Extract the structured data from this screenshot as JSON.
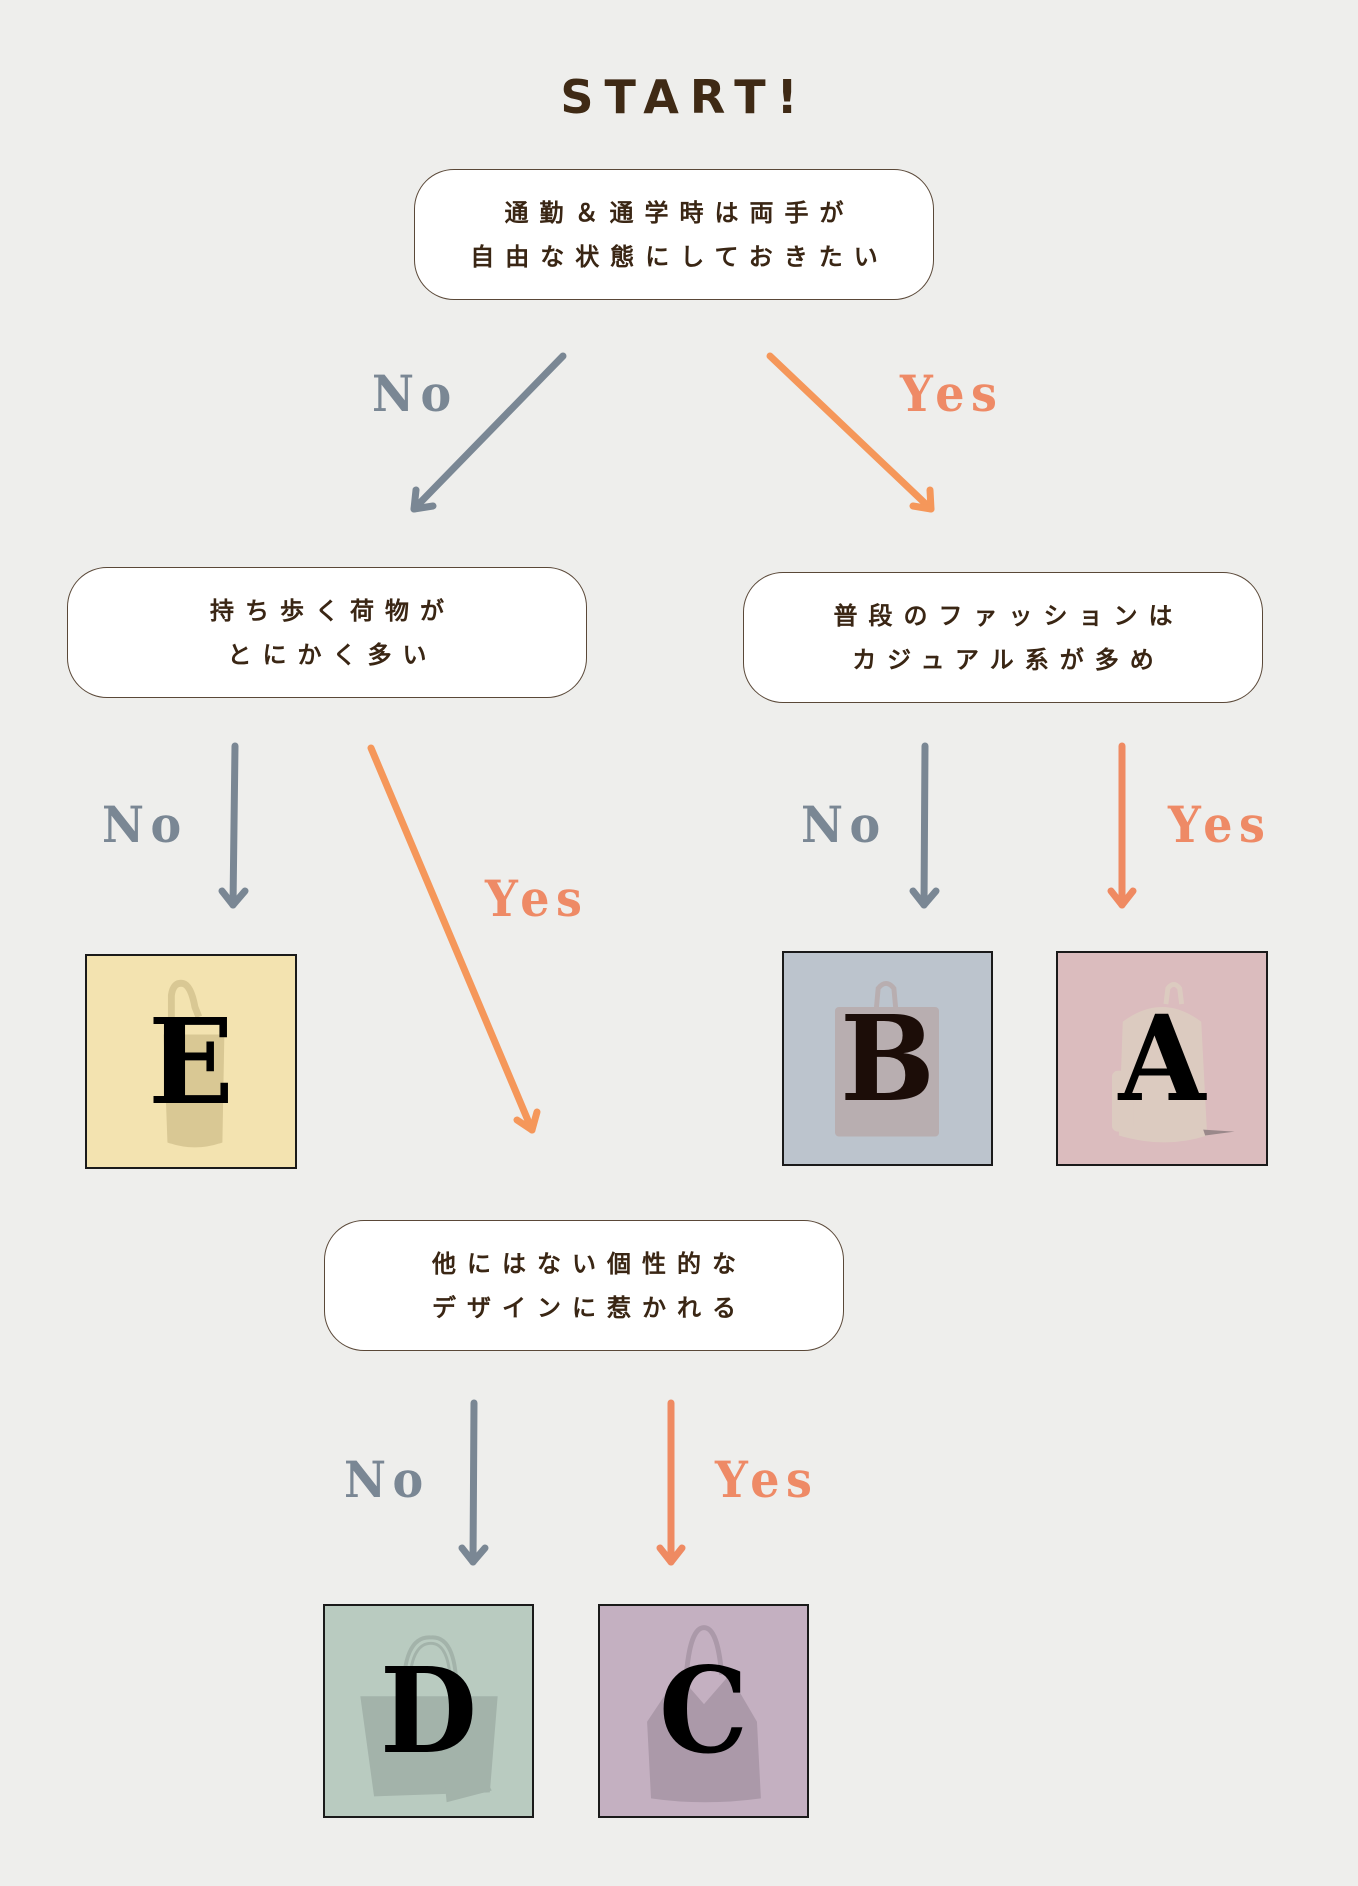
{
  "title": "START!",
  "questions": {
    "q1": {
      "line1": "通勤＆通学時は両手が",
      "line2": "自由な状態にしておきたい"
    },
    "q2": {
      "line1": "持ち歩く荷物が",
      "line2": "とにかく多い"
    },
    "q3": {
      "line1": "普段のファッションは",
      "line2": "カジュアル系が多め"
    },
    "q4": {
      "line1": "他にはない個性的な",
      "line2": "デザインに惹かれる"
    }
  },
  "labels": {
    "no": "No",
    "yes": "Yes"
  },
  "results": {
    "A": {
      "letter": "A",
      "bg": "#dbbcbe",
      "bag_color": "#dccbc0",
      "bag": "backpack-icon"
    },
    "B": {
      "letter": "B",
      "bg": "#bcc4cd",
      "bag_color": "#b8aeb0",
      "bag": "square-backpack-icon"
    },
    "C": {
      "letter": "C",
      "bg": "#c4b0c1",
      "bag_color": "#ab99a9",
      "bag": "drawstring-tote-icon"
    },
    "D": {
      "letter": "D",
      "bg": "#b9cbc0",
      "bag_color": "#a3b3aa",
      "bag": "tote-bag-icon"
    },
    "E": {
      "letter": "E",
      "bg": "#f3e3b0",
      "bag_color": "#d9c894",
      "bag": "bucket-bag-icon"
    }
  },
  "colors": {
    "background": "#eeeeec",
    "text": "#3f2a15",
    "box_border": "#5a4838",
    "no_arrow": "#7a8794",
    "yes_arrow": "#f5975a",
    "yes_arrow_alt": "#ef8a62",
    "yes_label": "#ee8a66"
  }
}
